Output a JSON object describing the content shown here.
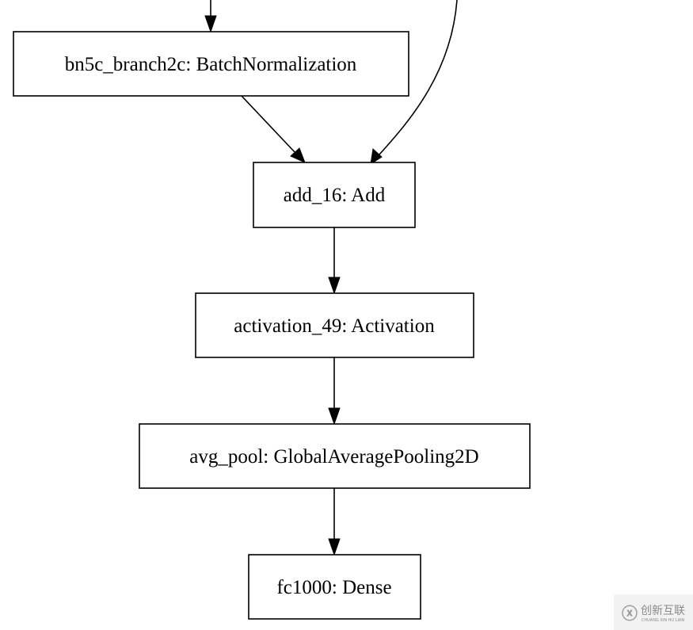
{
  "nodes": [
    {
      "id": "bn5c_branch2c",
      "label": "bn5c_branch2c: BatchNormalization"
    },
    {
      "id": "add_16",
      "label": "add_16: Add"
    },
    {
      "id": "activation_49",
      "label": "activation_49: Activation"
    },
    {
      "id": "avg_pool",
      "label": "avg_pool: GlobalAveragePooling2D"
    },
    {
      "id": "fc1000",
      "label": "fc1000: Dense"
    }
  ],
  "edges": [
    {
      "from": "(off-screen)",
      "to": "bn5c_branch2c"
    },
    {
      "from": "bn5c_branch2c",
      "to": "add_16"
    },
    {
      "from": "(off-screen)",
      "to": "add_16"
    },
    {
      "from": "add_16",
      "to": "activation_49"
    },
    {
      "from": "activation_49",
      "to": "avg_pool"
    },
    {
      "from": "avg_pool",
      "to": "fc1000"
    }
  ],
  "watermark": {
    "cn": "创新互联",
    "en": "CHUANG XIN HU LIAN"
  }
}
